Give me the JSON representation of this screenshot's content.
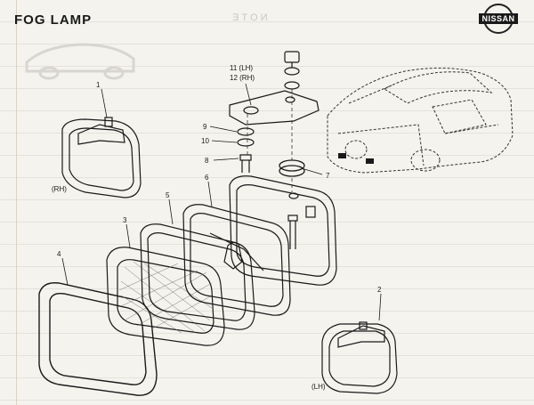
{
  "header": {
    "title": "FOG LAMP",
    "note_mirrored": "NOTE",
    "logo_text": "NISSAN"
  },
  "callouts": {
    "p1": "1",
    "p2": "2",
    "p3": "3",
    "p4": "4",
    "p5": "5",
    "p6": "6",
    "p7": "7",
    "p8": "8",
    "p9": "9",
    "p10": "10",
    "p11": "11 (LH)",
    "p12": "12 (RH)"
  },
  "side_labels": {
    "rh": "(RH)",
    "lh": "(LH)"
  },
  "colors": {
    "ink": "#1a1a1a",
    "paper": "#f4f3ee",
    "rule": "#e3e2dc"
  }
}
